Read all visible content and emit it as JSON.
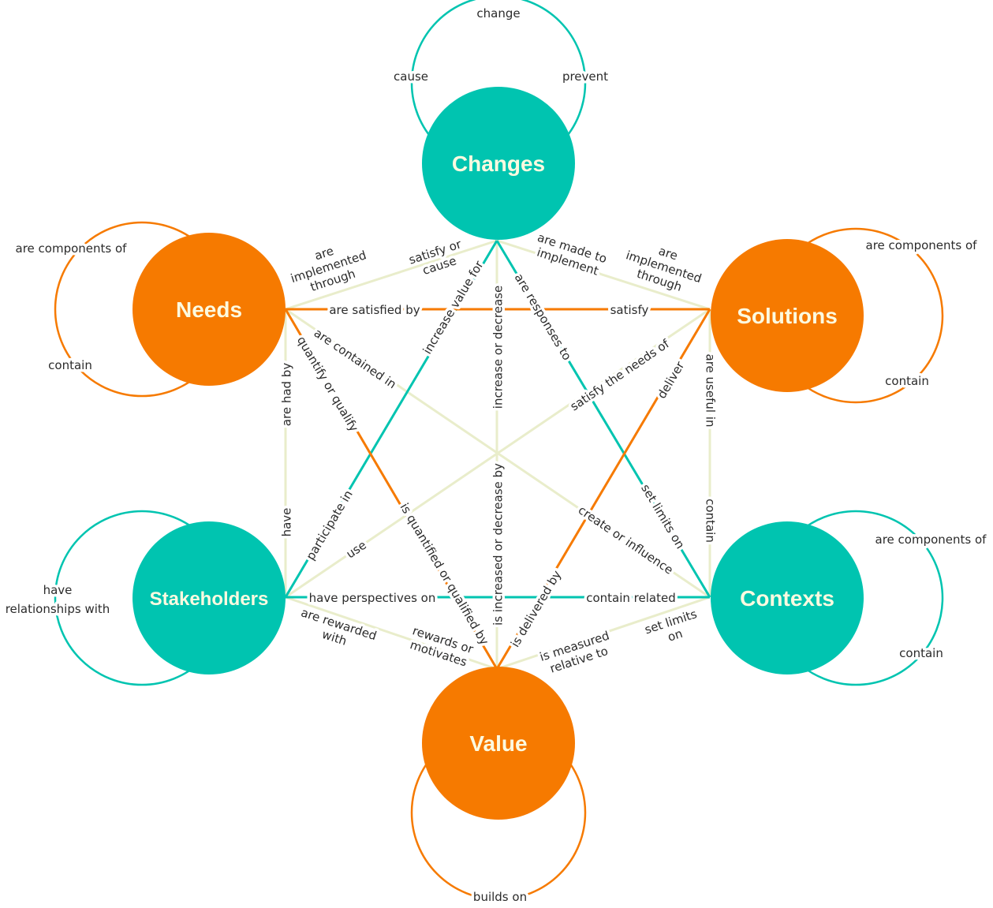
{
  "colors": {
    "teal": "#00C4B0",
    "orange": "#F67A00",
    "pale": "#E9EDCB",
    "node_text": "#FCFAE0",
    "label_text": "#2b2b2b"
  },
  "nodes": {
    "changes": "Changes",
    "needs": "Needs",
    "solutions": "Solutions",
    "stakeholders": "Stakeholders",
    "contexts": "Contexts",
    "value": "Value"
  },
  "loops": {
    "changes": [
      "change",
      "cause",
      "prevent"
    ],
    "needs": [
      "are components of",
      "contain"
    ],
    "solutions": [
      "are components of",
      "contain"
    ],
    "stakeholders": [
      "have",
      "relationships with"
    ],
    "contexts": [
      "are components of",
      "contain"
    ],
    "value": [
      "builds on"
    ]
  },
  "relations": {
    "needs_changes": [
      "are",
      "implemented",
      "through"
    ],
    "changes_needs": [
      "satisfy or",
      "cause"
    ],
    "changes_solutions": [
      "are made to",
      "implement"
    ],
    "solutions_changes": [
      "are",
      "implemented",
      "through"
    ],
    "needs_solutions": "are satisfied by",
    "solutions_needs": "satisfy",
    "changes_stakeholders_top": "increase value for",
    "changes_stakeholders_bottom": "participate in",
    "changes_value_top": "increase or decrease",
    "changes_value_bottom": "is increased or decrease by",
    "changes_contexts_top": "are responses to",
    "changes_contexts_bottom": "set limits on",
    "needs_contexts_top": "are contained in",
    "needs_contexts_bottom": "create or influence",
    "needs_value_top": "quantify or qualify",
    "needs_value_bottom": "is quantified or qualified by",
    "needs_stakeholders_top": "are had by",
    "needs_stakeholders_bottom": "have",
    "solutions_stakeholders_top": "satisfy the needs of",
    "solutions_stakeholders_bottom": "use",
    "solutions_value_top": "deliver",
    "solutions_value_bottom": "is delivered by",
    "solutions_contexts_top": "are useful in",
    "solutions_contexts_bottom": "contain",
    "stakeholders_contexts_left": "have perspectives on",
    "stakeholders_contexts_right": "contain related",
    "stakeholders_value": [
      "are rewarded",
      "with"
    ],
    "value_stakeholders": [
      "rewards or",
      "motivates"
    ],
    "value_contexts": [
      "is measured",
      "relative to"
    ],
    "contexts_value": [
      "set limits",
      "on"
    ]
  }
}
